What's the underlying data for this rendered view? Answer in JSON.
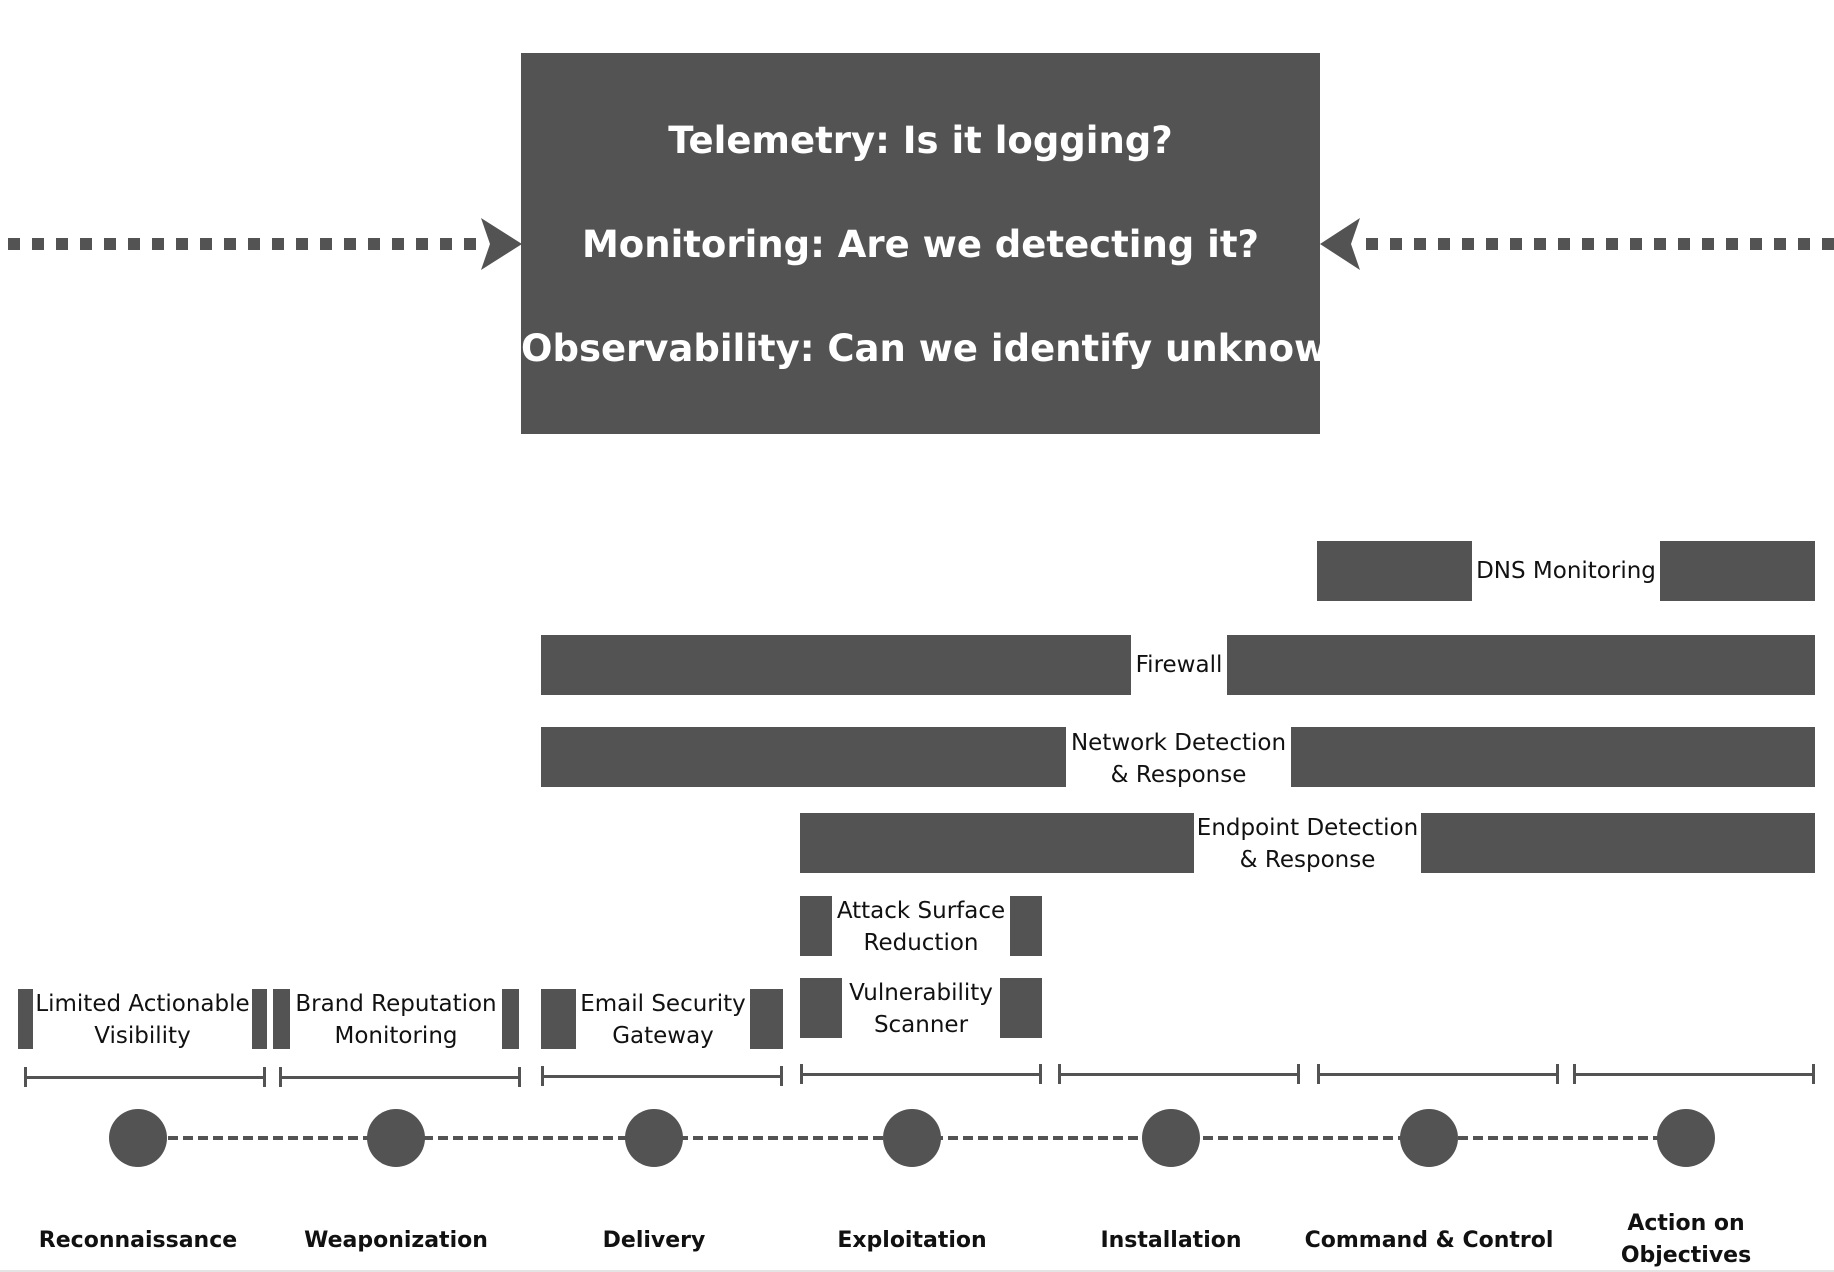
{
  "questions": {
    "telemetry": "Telemetry: Is it logging?",
    "monitoring": "Monitoring: Are we detecting it?",
    "observability": "Observability: Can we identify unknowns?"
  },
  "tools": {
    "dns_monitoring": "DNS Monitoring",
    "firewall": "Firewall",
    "ndr_line1": "Network Detection",
    "ndr_line2": "& Response",
    "edr_line1": "Endpoint Detection",
    "edr_line2": "& Response",
    "asr_line1": "Attack Surface",
    "asr_line2": "Reduction",
    "vuln_line1": "Vulnerability",
    "vuln_line2": "Scanner",
    "lav_line1": "Limited Actionable",
    "lav_line2": "Visibility",
    "brand_line1": "Brand Reputation",
    "brand_line2": "Monitoring",
    "esg_line1": "Email Security",
    "esg_line2": "Gateway"
  },
  "stages": {
    "reconnaissance": "Reconnaissance",
    "weaponization": "Weaponization",
    "delivery": "Delivery",
    "exploitation": "Exploitation",
    "installation": "Installation",
    "command_control": "Command & Control",
    "action_line1": "Action on",
    "action_line2": "Objectives"
  },
  "colors": {
    "dark_fill": "#535353",
    "text": "#111111",
    "question_text": "#ffffff"
  }
}
